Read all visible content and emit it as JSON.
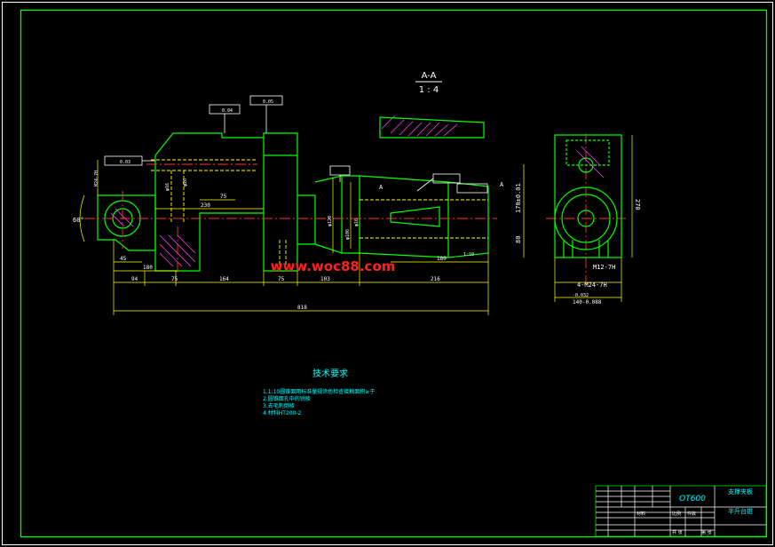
{
  "section": {
    "label": "A-A",
    "scale": "1 : 4"
  },
  "watermark": "www.woc88.com",
  "tech_requirements": {
    "title": "技术要求",
    "items": [
      "1.1:10圆锥面用标准量规涂色检查接触面积≥于",
      "2.圆锥面孔中的锐棱",
      "3.去毛刺倒棱",
      "4.材料HT200-2"
    ]
  },
  "dims": {
    "d94": "94",
    "d180a": "180",
    "d75a": "75",
    "d164": "164",
    "d75b": "75",
    "d103": "103",
    "d216": "216",
    "d818": "818",
    "d230": "230",
    "d75c": "75",
    "d45": "45",
    "d60": "60°",
    "d180b": "180",
    "d270": "270",
    "d170": "170±0.01",
    "d80": "80",
    "d140": "140-0.088",
    "d140top": "-0.032",
    "m12": "M12-7H",
    "m24": "4-M24-7H",
    "m24b": "M24-7H",
    "phi_a": "φ16",
    "phi_b": "φ26",
    "phi_c": "φ120",
    "phi_d": "φ16",
    "phi_e": "φ106",
    "ratio": "1:10",
    "cs_a": "A",
    "cs_b": "A",
    "zero3": "0.03",
    "zero4": "0.04",
    "zero5": "0.05"
  },
  "title_block": {
    "drawing_no": "OT600",
    "name": "支撑夹板",
    "part": "半升台钳",
    "scale_label": "比例",
    "qty_label": "件数",
    "material_label": "材料",
    "sheet_label": "共 张",
    "sheet2_label": "第 张"
  },
  "colors": {
    "border": "#00ff00",
    "outline": "#00ff00",
    "dimension": "#ffff00",
    "center": "#ff0000",
    "text": "#00ffff",
    "hatch": "#ff00ff"
  }
}
